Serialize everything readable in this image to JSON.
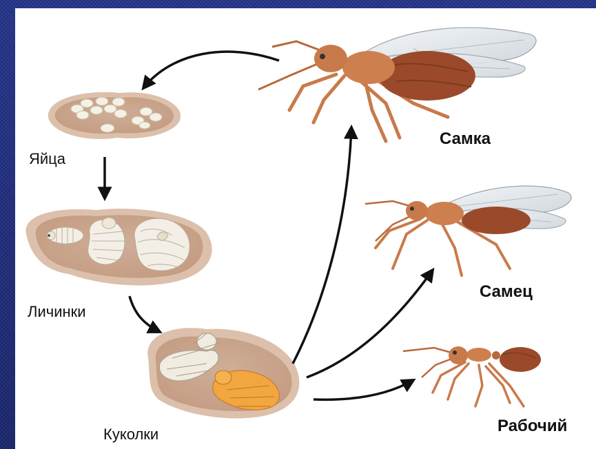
{
  "stages": {
    "eggs": "Яйца",
    "larvae": "Личинки",
    "pupae": "Куколки"
  },
  "castes": {
    "queen": "Самка",
    "male": "Самец",
    "worker": "Рабочий"
  },
  "colors": {
    "background": "#1c2a78",
    "panel": "#ffffff",
    "nest_soil": "#d9b9a3",
    "nest_soil_inner": "#caa58b",
    "ant_body": "#c97a4a",
    "ant_abdomen": "#9a4a2a",
    "pupa_orange": "#f0a040",
    "brood_white": "#f3eee6",
    "arrow": "#111111"
  },
  "icons": [
    "queen-ant-icon",
    "male-ant-icon",
    "worker-ant-icon",
    "egg-cluster-icon",
    "larvae-icon",
    "pupae-icon"
  ]
}
